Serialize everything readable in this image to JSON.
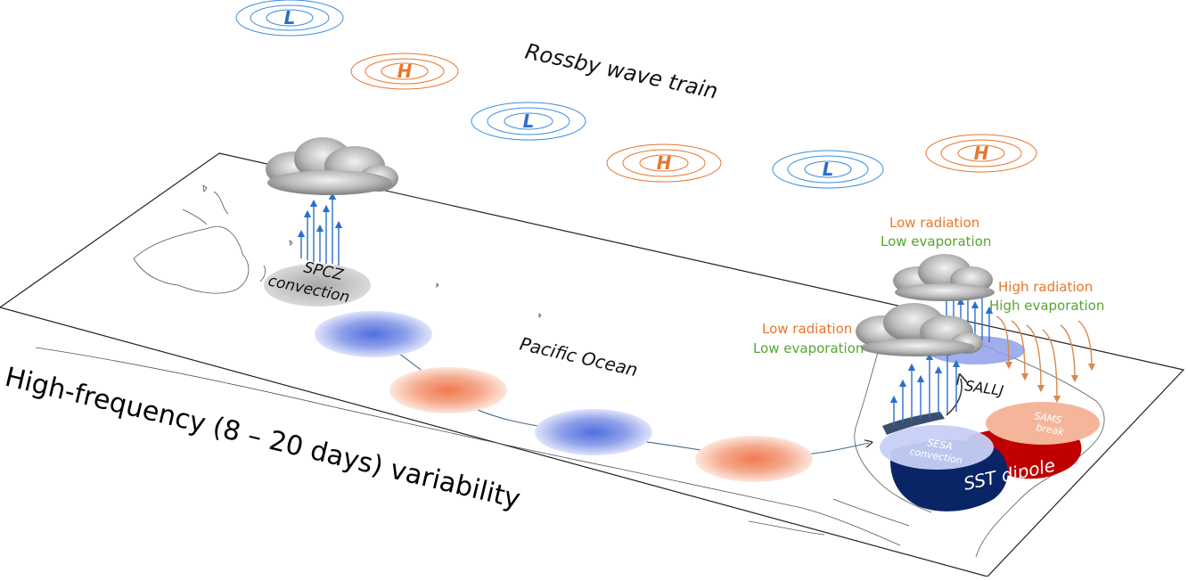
{
  "diagram": {
    "title": "High-frequency (8 – 20 days) variability",
    "wave_train_label": "Rossby wave train",
    "ocean_label": "Pacific Ocean",
    "spcz_label": [
      "SPCZ",
      "convection"
    ],
    "sallj_label": "SALLJ",
    "sesa_label": [
      "SESA",
      "convection"
    ],
    "sams_label": [
      "SAMS",
      "break"
    ],
    "sst_label": "SST dipole",
    "flux_annotations": {
      "low_radiation_top": "Low radiation",
      "low_evaporation_top": "Low evaporation",
      "high_radiation": "High radiation",
      "high_evaporation": "High evaporation",
      "low_radiation_mid": "Low radiation",
      "low_evaporation_mid": "Low evaporation"
    },
    "pressure_centers": [
      "L",
      "H",
      "L",
      "H",
      "L",
      "H"
    ],
    "anomaly_sequence": [
      "negative",
      "positive",
      "negative",
      "positive"
    ],
    "colors": {
      "low_pressure": "#3b8fdc",
      "high_pressure": "#e8762c",
      "negative_anomaly": "#6f86e0",
      "positive_anomaly": "#f28c68",
      "radiation_text": "#e8762c",
      "evaporation_text": "#58a62e",
      "sst_warm": "#c00000",
      "sst_cold": "#0a2566",
      "upward_arrows": "#2c6fc9",
      "downward_arrows": "#d9894c"
    }
  }
}
